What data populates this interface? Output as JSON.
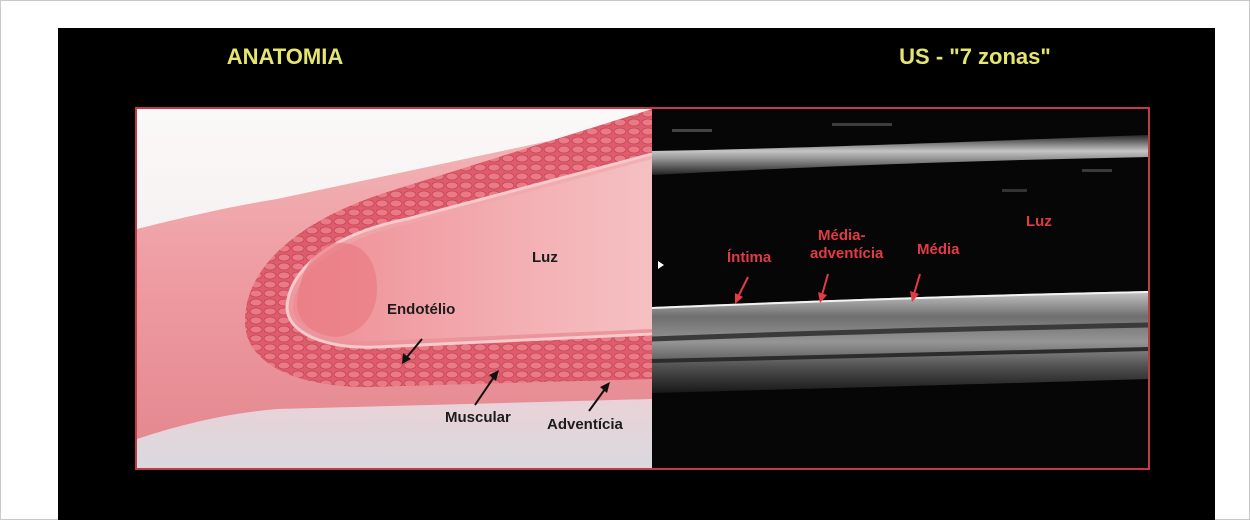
{
  "headings": {
    "left": "ANATOMIA",
    "right": "US - \"7 zonas\""
  },
  "anatomy_labels": {
    "lumen": "Luz",
    "endothelium": "Endotélio",
    "muscular": "Muscular",
    "adventitia": "Adventícia"
  },
  "ultrasound_labels": {
    "lumen": "Luz",
    "intima": "Íntima",
    "media_adventitia_1": "Média-",
    "media_adventitia_2": "adventícia",
    "media": "Média"
  },
  "colors": {
    "heading": "#e6e66e",
    "frame_border": "#c23a4a",
    "us_label": "#e23b45",
    "anatomy_label": "#1c1c1c"
  }
}
